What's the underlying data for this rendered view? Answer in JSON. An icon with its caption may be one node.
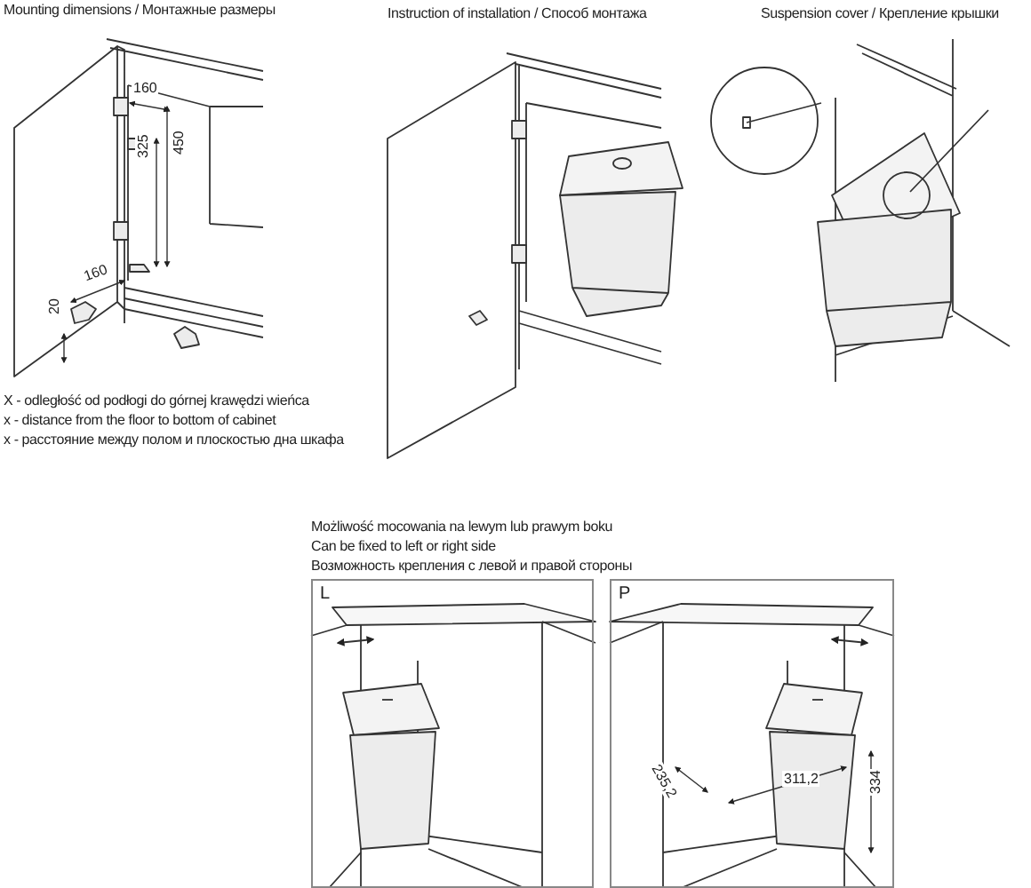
{
  "diagram": {
    "nodes": [
      {
        "text": [
          "L"
        ]
      },
      {
        "text": [
          "P"
        ]
      }
    ],
    "labels": [
      "Mounting dimensions / Монтажные размеры",
      "Instruction of installation / Способ монтажа",
      "Suspension cover / Крепление крышки",
      "160",
      "325",
      "450",
      "160",
      "20",
      "X - odległość od podłogi do górnej krawędzi wieńca",
      "x - distance from the floor to bottom of cabinet",
      "x - расстояние между полом и плоскостью дна шкафа",
      "Możliwość mocowania na lewym lub prawym boku",
      "Can be fixed to left or right side",
      "Возможность крепления с левой и правой стороны",
      "235,2",
      "311,2",
      "334"
    ]
  }
}
